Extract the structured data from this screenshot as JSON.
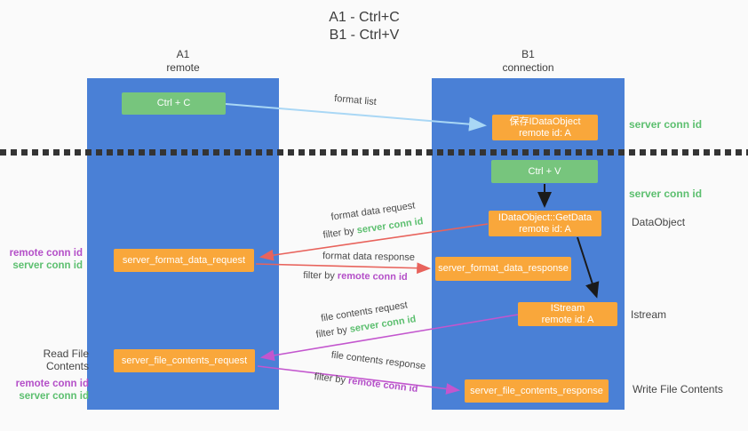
{
  "title": {
    "line1": "A1 - Ctrl+C",
    "line2": "B1 - Ctrl+V"
  },
  "lanes": {
    "a": {
      "id": "A1",
      "subtitle": "remote"
    },
    "b": {
      "id": "B1",
      "subtitle": "connection"
    }
  },
  "nodes": {
    "ctrl_c": "Ctrl + C",
    "ctrl_v": "Ctrl + V",
    "save_dataobject": {
      "line1": "保存IDataObject",
      "line2": "remote id: A"
    },
    "getdata": {
      "line1": "IDataObject::GetData",
      "line2": "remote id: A"
    },
    "istream": {
      "line1": "IStream",
      "line2": "remote id: A"
    },
    "format_request": "server_format_data_request",
    "format_response": "server_format_data_response",
    "file_request": "server_file_contents_request",
    "file_response": "server_file_contents_response"
  },
  "labels": {
    "format_list": "format list",
    "format_data_request": "format data request",
    "format_data_response": "format data response",
    "file_contents_request": "file contents request",
    "file_contents_response": "file contents response",
    "filter_by": "filter by",
    "server_conn_id": "server conn id",
    "remote_conn_id": "remote conn id"
  },
  "annotations": {
    "right": {
      "server_conn_id_top": "server conn id",
      "server_conn_id_mid": "server conn id",
      "dataobject": "DataObject",
      "istream": "Istream",
      "write_file_contents": "Write File Contents"
    },
    "left": {
      "remote_conn_id_1": "remote conn id",
      "server_conn_id_1": "server conn id",
      "read_file_contents": "Read File Contents",
      "remote_conn_id_2": "remote conn id",
      "server_conn_id_2": "server conn id"
    }
  },
  "colors": {
    "lane_blue": "#4a80d6",
    "node_orange": "#f9a73b",
    "node_green": "#77c57d",
    "green_text": "#5cbf6f",
    "purple_text": "#b44fc8",
    "arrow_red": "#e8635c",
    "arrow_magenta": "#c356ce",
    "arrow_light_blue": "#a9d7f5",
    "arrow_black": "#1a1a1a"
  }
}
